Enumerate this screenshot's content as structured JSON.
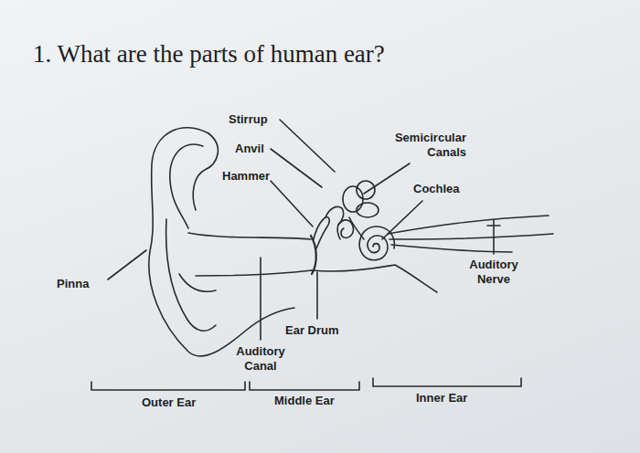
{
  "diagram": {
    "title": "1. What are the parts of human ear?",
    "labels": [
      "Stirrup",
      "Anvil",
      "Hammer",
      "Semicircular Canals",
      "Cochlea",
      "Auditory Nerve",
      "Pinna",
      "Ear Drum",
      "Auditory Canal",
      "Outer Ear",
      "Middle Ear",
      "Inner Ear"
    ]
  }
}
